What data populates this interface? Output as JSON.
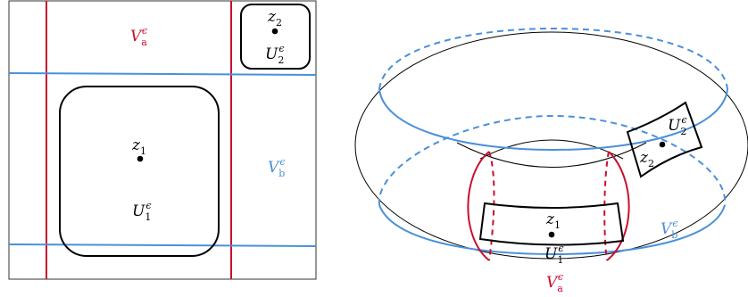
{
  "labels": {
    "V_a": {
      "base": "V",
      "sub": "a",
      "sup": "ϵ"
    },
    "V_b": {
      "base": "V",
      "sub": "b",
      "sup": "ϵ"
    },
    "z1": {
      "base": "z",
      "sub": "1"
    },
    "z2": {
      "base": "z",
      "sub": "2"
    },
    "U1": {
      "base": "U",
      "sub": "1",
      "sup": "ϵ"
    },
    "U2": {
      "base": "U",
      "sub": "2",
      "sup": "ϵ"
    }
  },
  "colors": {
    "red": "#c8102e",
    "blue": "#4a90d9",
    "black": "#000000",
    "frame": "#333333"
  }
}
